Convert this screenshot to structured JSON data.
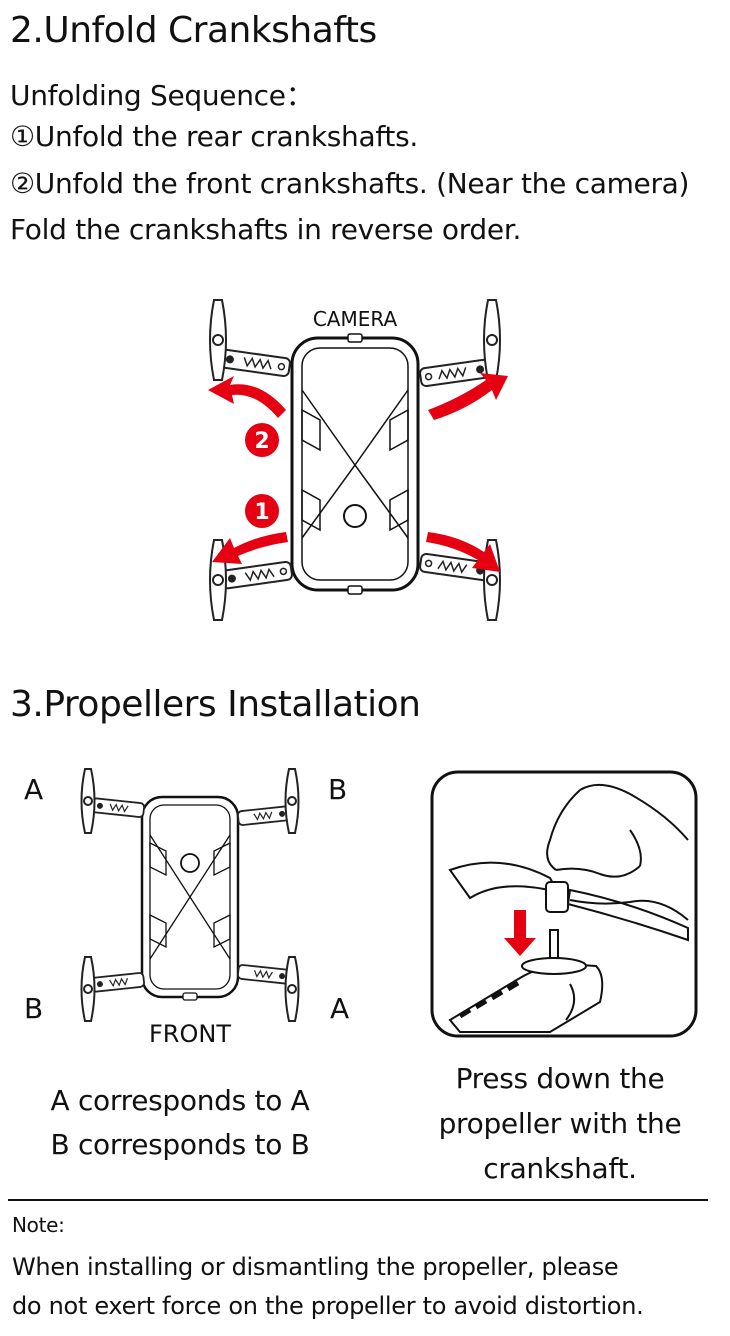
{
  "section2": {
    "title": "2.Unfold Crankshafts",
    "seq_label": "Unfolding Sequence：",
    "step1": "①Unfold the rear crankshafts.",
    "step2": "②Unfold the front crankshafts. (Near the camera)",
    "fold_note": "Fold the crankshafts in reverse order.",
    "camera_label": "CAMERA",
    "badge1": "1",
    "badge2": "2",
    "arrow_color": "#e50012"
  },
  "section3": {
    "title": "3.Propellers Installation",
    "label_tl": "A",
    "label_tr": "B",
    "label_bl": "B",
    "label_br": "A",
    "front_label": "FRONT",
    "corr_a": "A corresponds to A",
    "corr_b": "B corresponds to B",
    "press_1": "Press down the",
    "press_2": "propeller with the",
    "press_3": "crankshaft."
  },
  "note": {
    "label": "Note:",
    "line1": "When installing or dismantling the propeller, please",
    "line2": "do not exert force on the propeller to avoid distortion."
  }
}
